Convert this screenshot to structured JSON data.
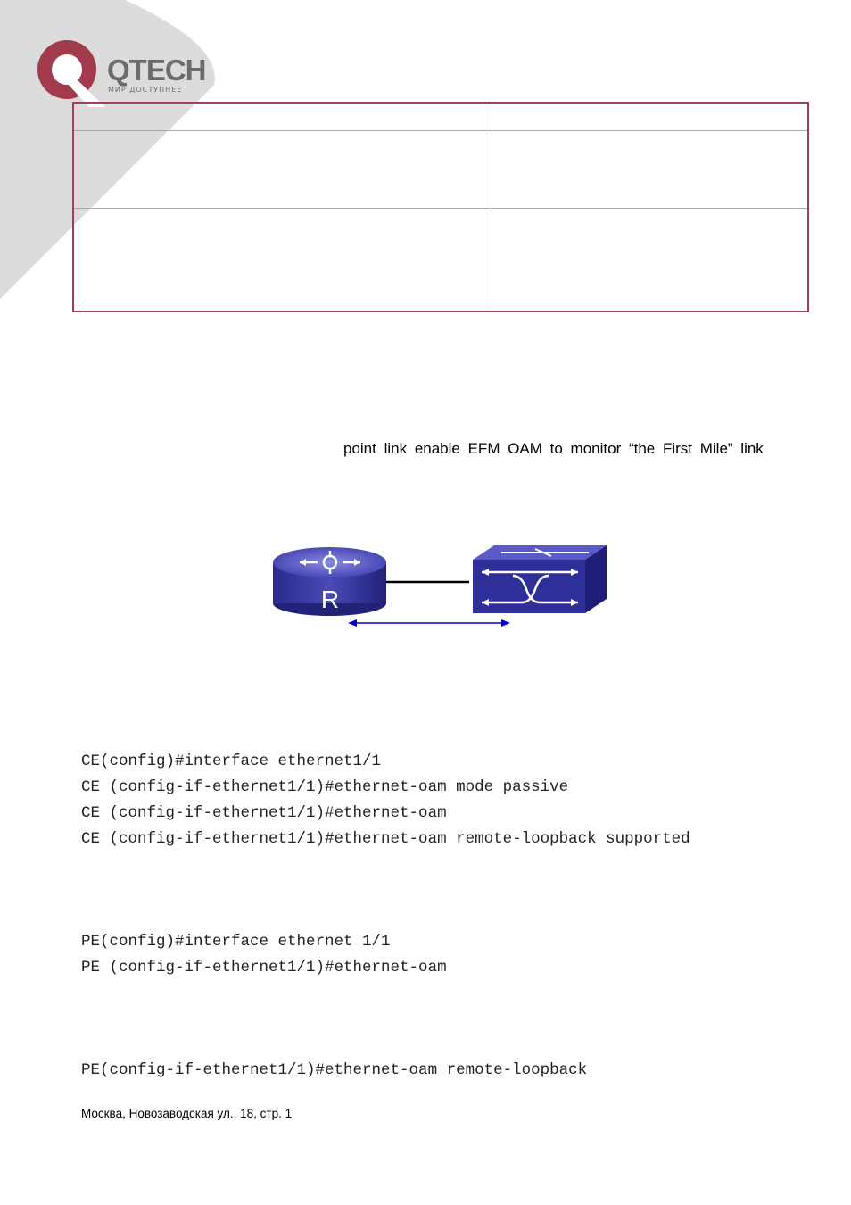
{
  "brand": {
    "name": "QTECH",
    "tagline": "МИР ДОСТУПНЕЕ",
    "colors": {
      "logo_ring": "#a23b4c",
      "logo_text": "#6b6b6b",
      "table_border": "#a23b67",
      "bg_gray": "#d9d9d9"
    }
  },
  "paragraph": {
    "fragment": "point link enable EFM OAM to monitor “the First Mile” link"
  },
  "diagram": {
    "router_label": "R",
    "colors": {
      "device_fill": "#2f2f9a",
      "link_line": "#000000",
      "oam_arrow": "#0000cc"
    }
  },
  "ce_config": [
    "CE(config)#interface ethernet1/1",
    "CE (config-if-ethernet1/1)#ethernet-oam mode passive",
    "CE (config-if-ethernet1/1)#ethernet-oam",
    "CE (config-if-ethernet1/1)#ethernet-oam remote-loopback supported"
  ],
  "pe_config": [
    "PE(config)#interface ethernet 1/1",
    "PE (config-if-ethernet1/1)#ethernet-oam"
  ],
  "pe_loopback": [
    "PE(config-if-ethernet1/1)#ethernet-oam remote-loopback"
  ],
  "footer": {
    "address": "Москва, Новозаводская ул., 18, стр. 1"
  }
}
